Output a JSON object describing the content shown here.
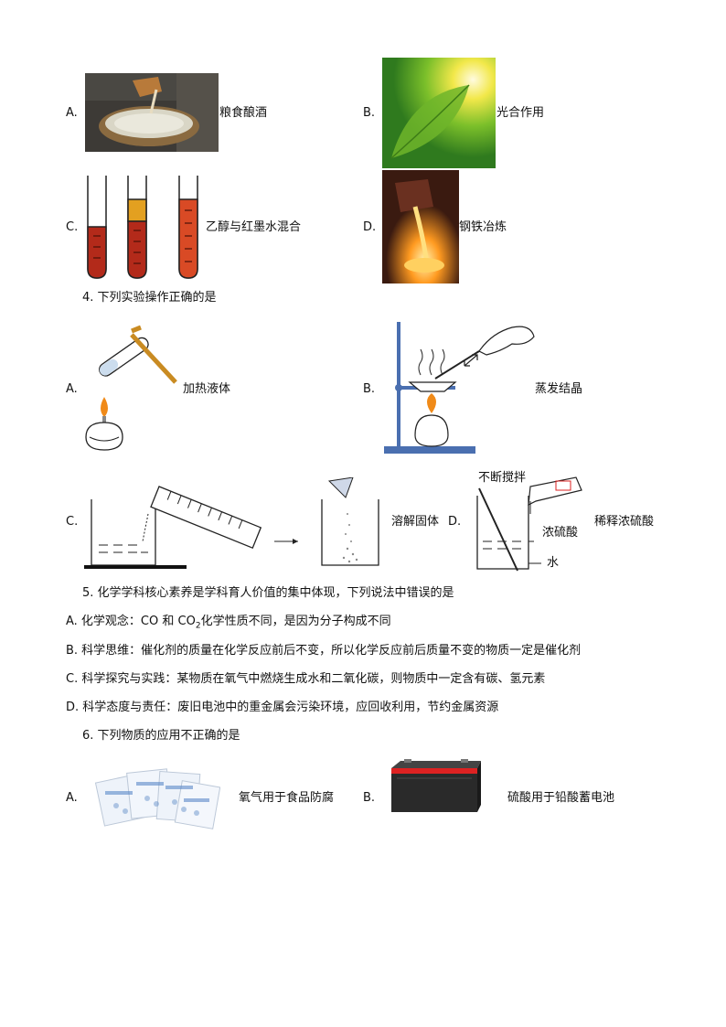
{
  "q3": {
    "a": {
      "letter": "A.",
      "label": "粮食酿酒"
    },
    "b": {
      "letter": "B.",
      "label": "光合作用"
    },
    "c": {
      "letter": "C.",
      "label": "乙醇与红墨水混合"
    },
    "d": {
      "letter": "D.",
      "label": "钢铁冶炼"
    }
  },
  "q4": {
    "stem": "4. 下列实验操作正确的是",
    "a": {
      "letter": "A.",
      "label": "加热液体"
    },
    "b": {
      "letter": "B.",
      "label": "蒸发结晶"
    },
    "c": {
      "letter": "C.",
      "label": "溶解固体"
    },
    "d": {
      "letter": "D.",
      "label": "稀释浓硫酸",
      "stir": "不断搅拌",
      "acid": "浓硫酸",
      "water": "水"
    }
  },
  "q5": {
    "stem": "5. 化学学科核心素养是学科育人价值的集中体现，下列说法中错误的是",
    "a_pre": "A. 化学观念：CO 和 CO",
    "a_sub": "2",
    "a_post": "化学性质不同，是因为分子构成不同",
    "b": "B. 科学思维：催化剂的质量在化学反应前后不变，所以化学反应前后质量不变的物质一定是催化剂",
    "c": "C. 科学探究与实践：某物质在氧气中燃烧生成水和二氧化碳，则物质中一定含有碳、氢元素",
    "d": "D. 科学态度与责任：废旧电池中的重金属会污染环境，应回收利用，节约金属资源"
  },
  "q6": {
    "stem": "6. 下列物质的应用不正确的是",
    "a": {
      "letter": "A.",
      "label": "氧气用于食品防腐"
    },
    "b": {
      "letter": "B.",
      "label": "硫酸用于铅酸蓄电池"
    }
  }
}
